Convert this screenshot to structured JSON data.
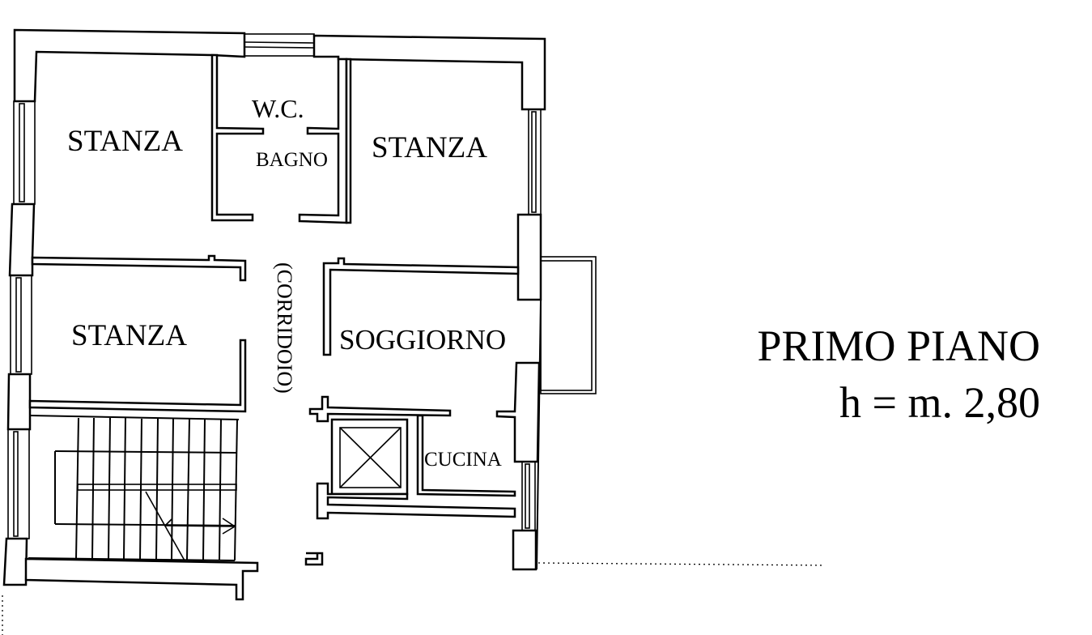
{
  "rooms": {
    "stanza_top_left": "STANZA",
    "stanza_top_right": "STANZA",
    "stanza_middle_left": "STANZA",
    "wc": "W.C.",
    "bagno": "BAGNO",
    "corridoio": "(CORRIDOIO)",
    "soggiorno": "SOGGIORNO",
    "cucina": "CUCINA"
  },
  "title": {
    "floor": "PRIMO PIANO",
    "height": "h = m. 2,80"
  }
}
